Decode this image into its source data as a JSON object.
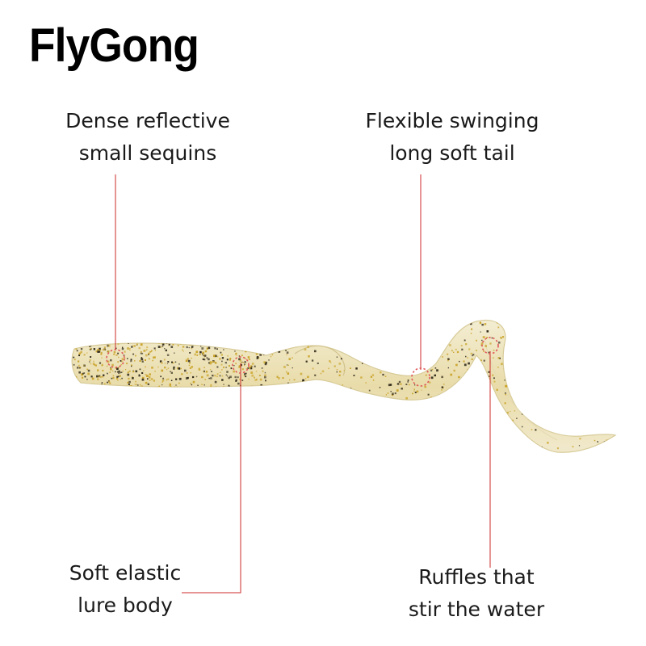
{
  "brand": {
    "name": "FlyGong"
  },
  "callouts": {
    "sequins": {
      "line1": "Dense reflective",
      "line2": "small sequins"
    },
    "tail": {
      "line1": "Flexible swinging",
      "line2": "long soft tail"
    },
    "body": {
      "line1": "Soft elastic",
      "line2": "lure body"
    },
    "ruffles": {
      "line1": "Ruffles that",
      "line2": "stir the water"
    }
  },
  "colors": {
    "leader_line": "#cc2a2a",
    "lure_body": "#efe6bf",
    "glitter_gold": "#c9a227",
    "glitter_dark": "#2b2415"
  }
}
